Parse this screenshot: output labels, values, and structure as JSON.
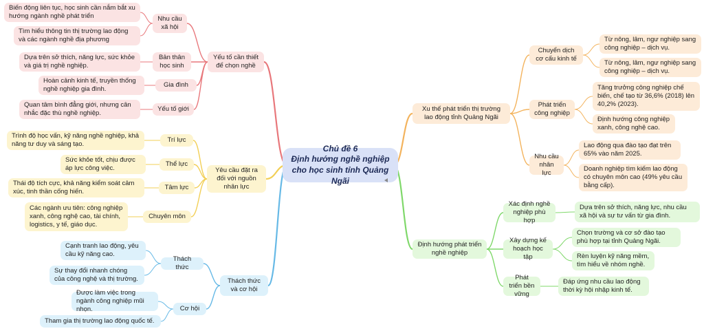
{
  "center": {
    "line1": "Chủ đề 6",
    "line2": "Định hướng nghề nghiệp cho học sinh tỉnh Quảng Ngãi"
  },
  "branches": {
    "yeu_to": {
      "label": "Yếu tố cần thiết để chọn nghề",
      "color": "#e8777b",
      "children": [
        {
          "label": "Nhu cầu xã hội",
          "leaves": [
            "Biến động liên tục, học sinh cần nắm bắt xu hướng ngành nghề phát triển",
            "Tìm hiểu thông tin thị trường lao động và các ngành nghề địa phương"
          ]
        },
        {
          "label": "Bản thân học sinh",
          "leaves": [
            "Dựa trên sở thích, năng lực, sức khỏe và giá trị nghề nghiệp."
          ]
        },
        {
          "label": "Gia đình",
          "leaves": [
            "Hoàn cảnh kinh tế, truyền thống nghề nghiệp gia đình."
          ]
        },
        {
          "label": "Yếu tố giới",
          "leaves": [
            "Quan tâm bình đẳng giới, nhưng cân nhắc đặc thù nghề nghiệp."
          ]
        }
      ]
    },
    "yeu_cau": {
      "label": "Yêu cầu đặt ra đối với nguồn nhân lực",
      "color": "#f2cf56",
      "children": [
        {
          "label": "Trí lực",
          "leaves": [
            "Trình độ học vấn, kỹ năng nghề nghiệp, khả năng tư duy và sáng tạo."
          ]
        },
        {
          "label": "Thể lực",
          "leaves": [
            "Sức khỏe tốt, chịu được áp lực công việc."
          ]
        },
        {
          "label": "Tâm lực",
          "leaves": [
            "Thái độ tích cực, khả năng kiểm soát cảm xúc, tinh thần cống hiến."
          ]
        },
        {
          "label": "Chuyên môn",
          "leaves": [
            "Các ngành ưu tiên: công nghiệp xanh, công nghệ cao, tài chính, logistics, y tế, giáo dục."
          ]
        }
      ]
    },
    "thach_thuc": {
      "label": "Thách thức và cơ hội",
      "color": "#66b9e6",
      "children": [
        {
          "label": "Thách thức",
          "leaves": [
            "Cạnh tranh lao động, yêu cầu kỹ năng cao.",
            "Sự thay đổi nhanh chóng của công nghệ và thị trường."
          ]
        },
        {
          "label": "Cơ hội",
          "leaves": [
            "Được làm việc trong ngành công nghiệp mũi nhọn.",
            "Tham gia thị trường lao động quốc tế."
          ]
        }
      ]
    },
    "xu_the": {
      "label": "Xu thế phát triển thị trường lao động tỉnh Quảng Ngãi",
      "color": "#f3b35d",
      "children": [
        {
          "label": "Chuyển dịch cơ cấu kinh tế",
          "leaves": [
            "Từ nông, lâm, ngư nghiệp sang công nghiệp – dịch vụ.",
            "Từ nông, lâm, ngư nghiệp sang công nghiệp – dịch vụ."
          ]
        },
        {
          "label": "Phát triển công nghiệp",
          "leaves": [
            "Tăng trưởng công nghiệp chế biến, chế tạo từ 36,6% (2018) lên 40,2% (2023).",
            "Định hướng công nghiệp xanh, công nghệ cao."
          ]
        },
        {
          "label": "Nhu cầu nhân lực",
          "leaves": [
            "Lao động qua đào tạo đạt trên 65% vào năm 2025.",
            "Doanh nghiệp tìm kiếm lao động có chuyên môn cao (49% yêu cầu bằng cấp)."
          ]
        }
      ]
    },
    "dinh_huong": {
      "label": "Định hướng phát triển nghề nghiệp",
      "color": "#7fd86a",
      "children": [
        {
          "label": "Xác định nghề nghiệp phù hợp",
          "leaves": [
            "Dựa trên sở thích, năng lực, nhu cầu xã hội và sự tư vấn từ gia đình."
          ]
        },
        {
          "label": "Xây dựng kế hoạch học tập",
          "leaves": [
            "Chọn trường và cơ sở đào tạo phù hợp tại tỉnh Quảng Ngãi.",
            "Rèn luyện kỹ năng mềm, tìm hiểu về nhóm nghề."
          ]
        },
        {
          "label": "Phát triển bền vững",
          "leaves": [
            "Đáp ứng nhu cầu lao động thời kỳ hội nhập kinh tế."
          ]
        }
      ]
    }
  }
}
